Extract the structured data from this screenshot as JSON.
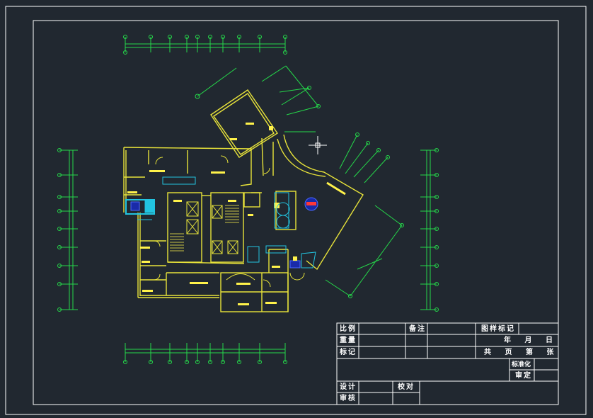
{
  "colors": {
    "background": "#212830",
    "frame": "#ffffff",
    "wall": "#e8e33a",
    "dimension": "#25d94a",
    "fixture": "#22c4e0",
    "label": "#fff24a",
    "text": "#ffffff"
  },
  "title_block": {
    "scale_label": "比例",
    "remark_label": "备注",
    "drawing_mark_label": "图样标记",
    "weight_label": "重量",
    "date_label": "年 月 日",
    "mark_label": "标记",
    "sheet_label": "共 页 第 张",
    "standardization_label": "标准化",
    "review_label": "审定",
    "design_label": "设计",
    "proofread_label": "校对",
    "check_label": "审核"
  }
}
